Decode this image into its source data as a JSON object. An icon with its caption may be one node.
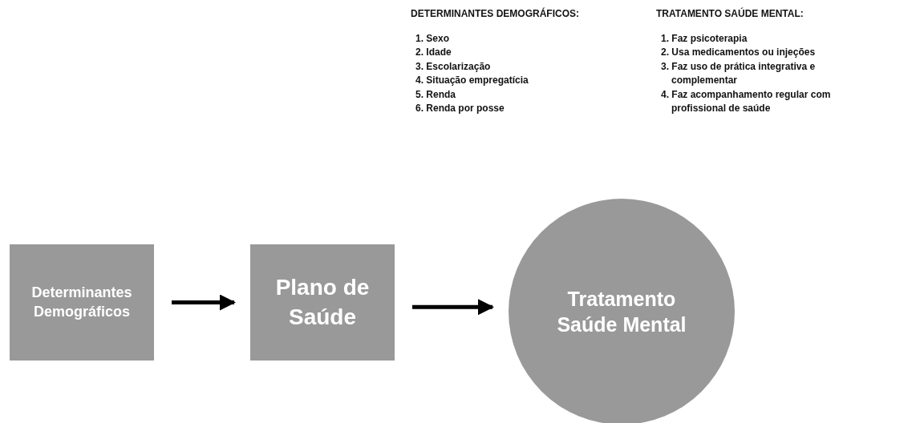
{
  "diagram": {
    "nodes": [
      {
        "text": [
          "Determinantes Demográficos"
        ]
      },
      {
        "text": [
          "Plano de Saúde"
        ]
      },
      {
        "text": [
          "Tratamento Saúde Mental"
        ]
      }
    ],
    "edges": [
      {
        "from": 0,
        "to": 1,
        "arrow": "to"
      },
      {
        "from": 1,
        "to": 2,
        "arrow": "to"
      }
    ],
    "labels": [
      "DETERMINANTES DEMOGRÁFICOS:",
      "1. Sexo",
      "2. Idade",
      "3. Escolarização",
      "4. Situação empregatícia",
      "5. Renda",
      "6. Renda por posse",
      "TRATAMENTO SAÚDE MENTAL:",
      "1. Faz psicoterapia",
      "2. Usa medicamentos ou injeções",
      "3. Faz uso de prática integrativa e complementar",
      "4. Faz acompanhamento regular com profissional de saúde"
    ]
  }
}
